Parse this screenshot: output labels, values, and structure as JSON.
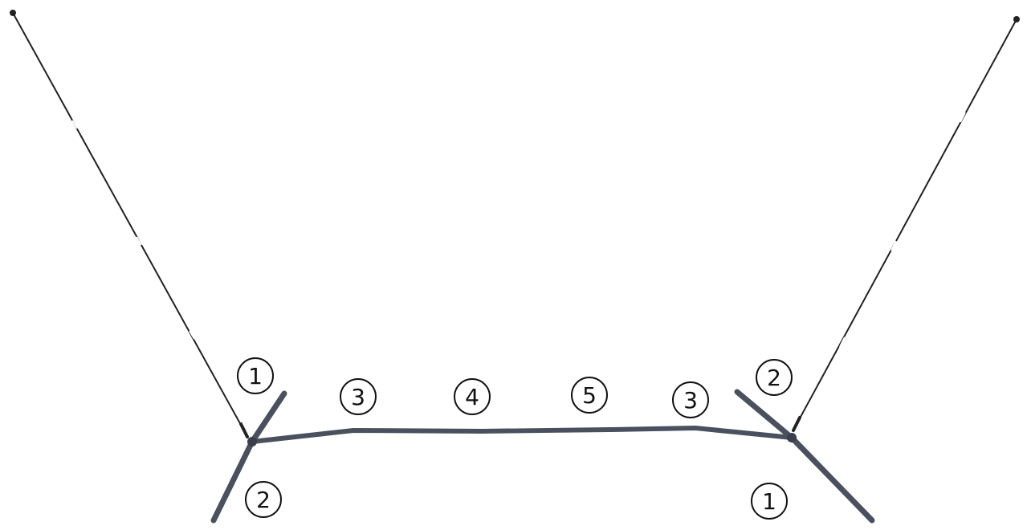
{
  "colors": {
    "background": "#ffffff",
    "rod": "#4a505e",
    "string": "#222222",
    "label": "#111111"
  },
  "labels": {
    "top_left": "1",
    "bottom_left": "2",
    "center_left": "3",
    "center": "4",
    "center_right": "5",
    "center_far_right": "3",
    "top_right": "2",
    "bottom_right": "1"
  }
}
